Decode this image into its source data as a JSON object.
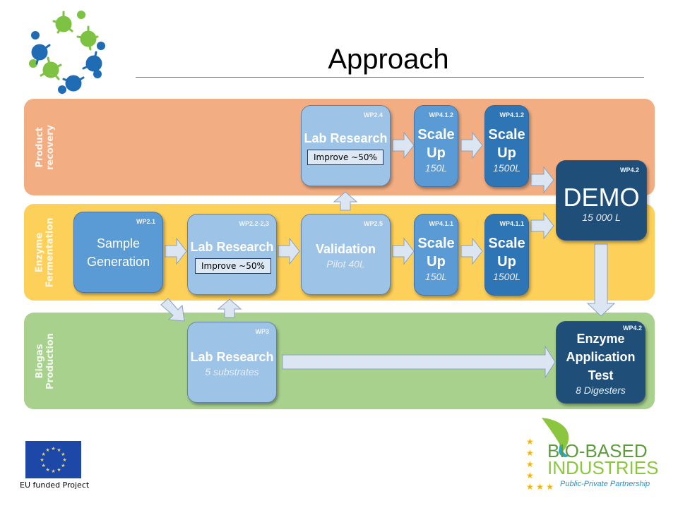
{
  "title": "Approach",
  "lanes": [
    {
      "label": "Product\nrecovery",
      "color": "#f2ae82"
    },
    {
      "label": "Enzyme\nFermentation",
      "color": "#fdd05a"
    },
    {
      "label": "Biogas\nProduction",
      "color": "#a9d18e"
    }
  ],
  "boxes": {
    "pr_lab": {
      "wp": "WP2.4",
      "title": "Lab Research",
      "note": "Improve ~50%"
    },
    "pr_scale150": {
      "wp": "WP4.1.2",
      "title1": "Scale",
      "title2": "Up",
      "sub": "150L"
    },
    "pr_scale1500": {
      "wp": "WP4.1.2",
      "title1": "Scale",
      "title2": "Up",
      "sub": "1500L"
    },
    "demo": {
      "wp": "WP4.2",
      "title": "DEMO",
      "sub": "15 000 L"
    },
    "ef_sample": {
      "wp": "WP2.1",
      "title1": "Sample",
      "title2": "Generation"
    },
    "ef_lab": {
      "wp": "WP2.2-2,3",
      "title": "Lab Research",
      "note": "Improve ~50%"
    },
    "ef_validation": {
      "wp": "WP2.5",
      "title": "Validation",
      "sub": "Pilot 40L"
    },
    "ef_scale150": {
      "wp": "WP4.1.1",
      "title1": "Scale",
      "title2": "Up",
      "sub": "150L"
    },
    "ef_scale1500": {
      "wp": "WP4.1.1",
      "title1": "Scale",
      "title2": "Up",
      "sub": "1500L"
    },
    "bg_lab": {
      "wp": "WP3",
      "title": "Lab Research",
      "sub": "5 substrates"
    },
    "enzyme_test": {
      "wp": "WP4.2",
      "title1": "Enzyme",
      "title2": "Application",
      "title3": "Test",
      "sub": "8 Digesters"
    }
  },
  "footer": {
    "eu_label": "EU funded Project",
    "bbi_line1": "BIO-BASED",
    "bbi_line2": "INDUSTRIES",
    "bbi_line3": "Public-Private Partnership"
  },
  "colors": {
    "arrow_fill": "#dce6f2",
    "arrow_stroke": "#8aa2c0"
  }
}
